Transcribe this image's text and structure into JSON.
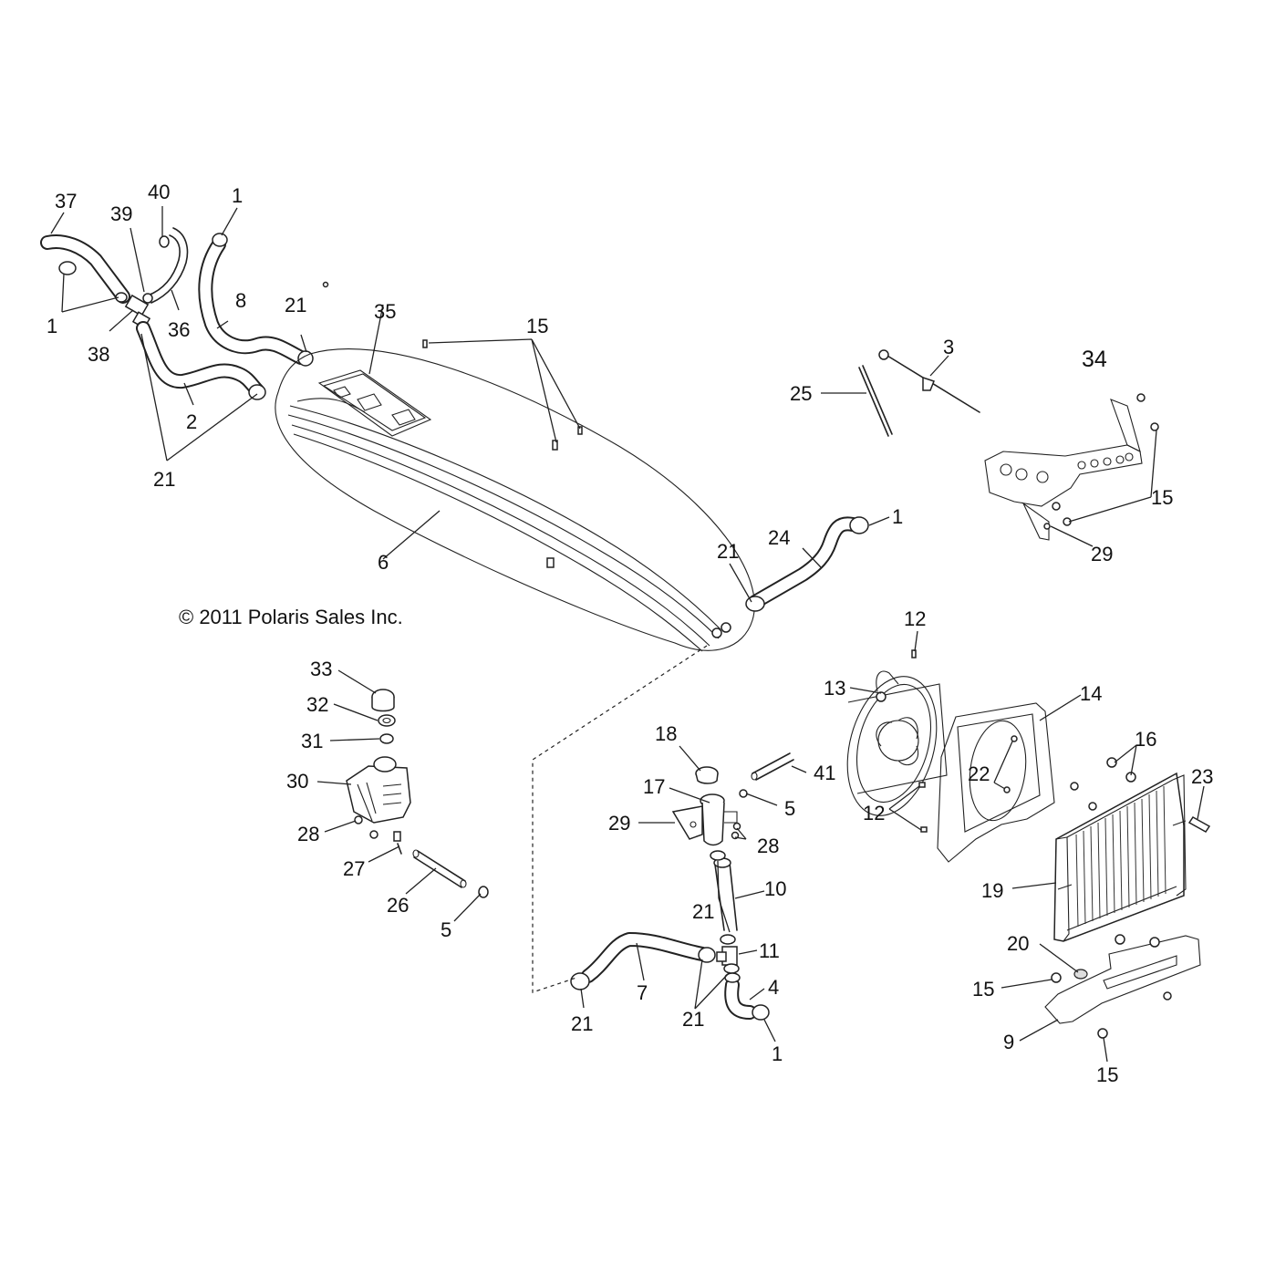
{
  "copyright": "© 2011 Polaris Sales Inc.",
  "callouts": {
    "c37": "37",
    "c40": "40",
    "c39": "39",
    "c1a": "1",
    "c1b": "1",
    "c8": "8",
    "c21a": "21",
    "c38": "38",
    "c36": "36",
    "c2": "2",
    "c21b": "21",
    "c35": "35",
    "c15a": "15",
    "c3": "3",
    "c25": "25",
    "c34": "34",
    "c15b": "15",
    "c29a": "29",
    "c1c": "1",
    "c24": "24",
    "c21c": "21",
    "c6": "6",
    "c12a": "12",
    "c13": "13",
    "c14": "14",
    "c16": "16",
    "c22": "22",
    "c12b": "12",
    "c23": "23",
    "c19": "19",
    "c33": "33",
    "c32": "32",
    "c31": "31",
    "c30": "30",
    "c28a": "28",
    "c27": "27",
    "c26": "26",
    "c5a": "5",
    "c18": "18",
    "c17": "17",
    "c41": "41",
    "c5b": "5",
    "c29b": "29",
    "c28b": "28",
    "c21d": "21",
    "c10": "10",
    "c11": "11",
    "c4": "4",
    "c7": "7",
    "c21e": "21",
    "c21f": "21",
    "c1d": "1",
    "c20": "20",
    "c15c": "15",
    "c9": "9",
    "c15d": "15"
  }
}
